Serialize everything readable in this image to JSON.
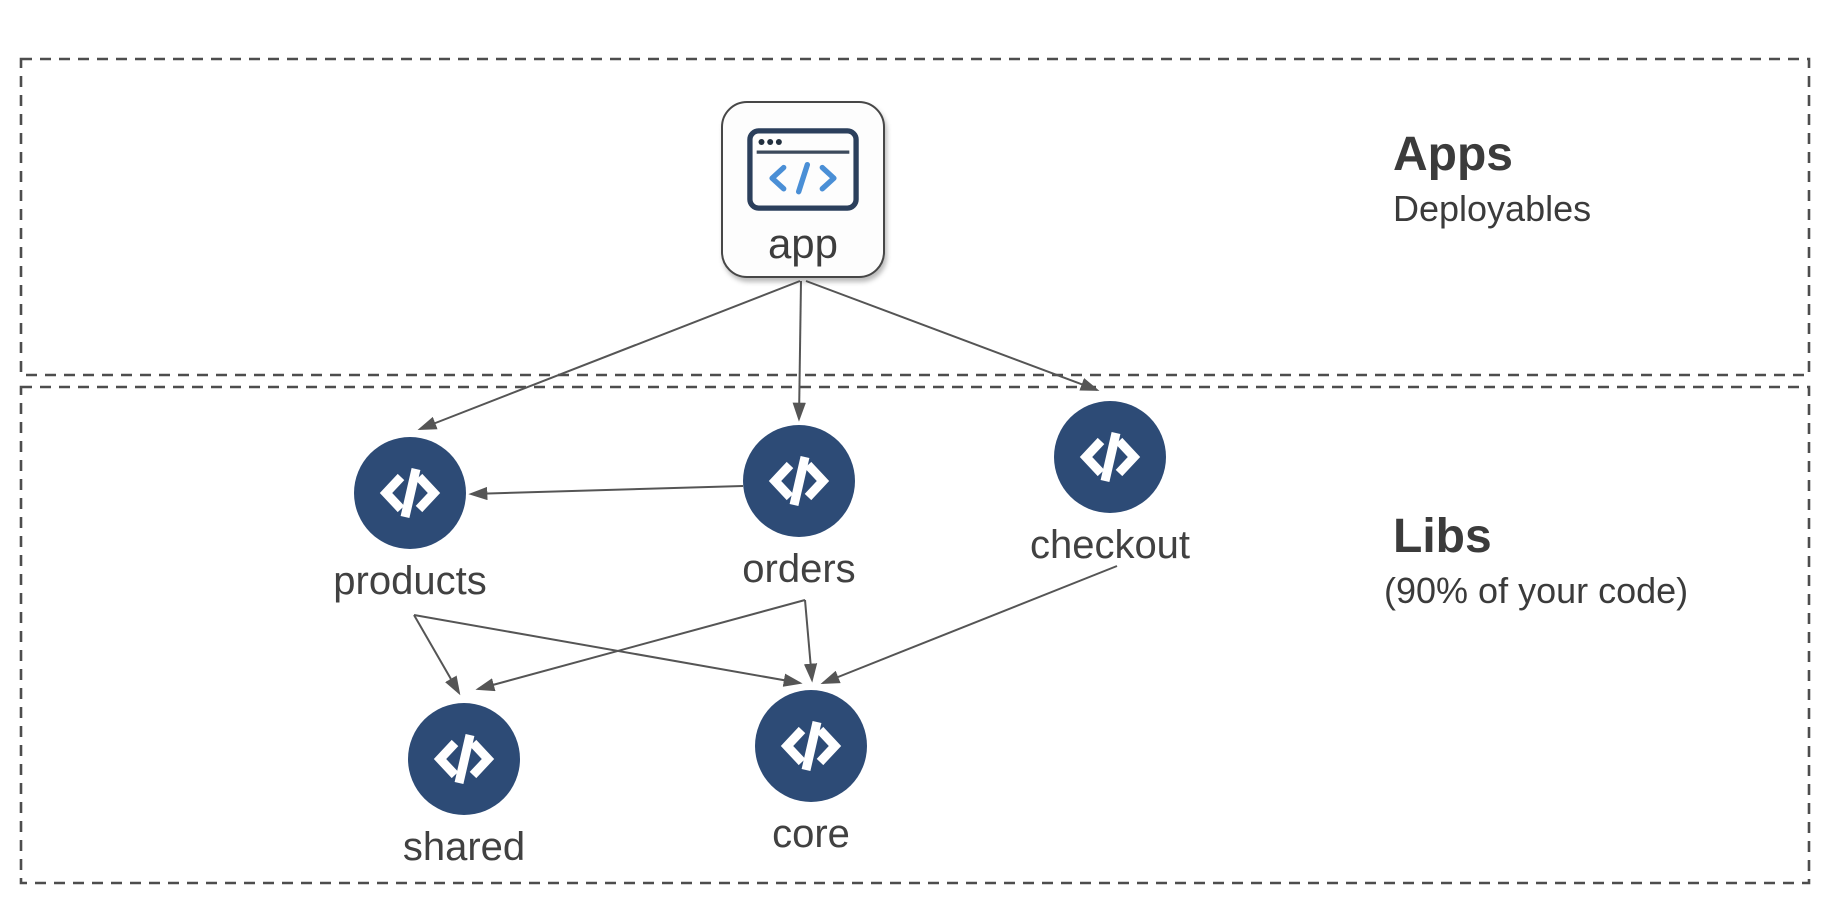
{
  "diagram": {
    "zones": [
      {
        "id": "apps",
        "title": "Apps",
        "subtitle": "Deployables"
      },
      {
        "id": "libs",
        "title": "Libs",
        "subtitle": "(90% of your code)"
      }
    ],
    "nodes": {
      "app": {
        "label": "app",
        "zone": "apps",
        "shape": "card",
        "icon": "browser-window-code-icon"
      },
      "products": {
        "label": "products",
        "zone": "libs",
        "shape": "circle",
        "icon": "code-icon"
      },
      "orders": {
        "label": "orders",
        "zone": "libs",
        "shape": "circle",
        "icon": "code-icon"
      },
      "checkout": {
        "label": "checkout",
        "zone": "libs",
        "shape": "circle",
        "icon": "code-icon"
      },
      "shared": {
        "label": "shared",
        "zone": "libs",
        "shape": "circle",
        "icon": "code-icon"
      },
      "core": {
        "label": "core",
        "zone": "libs",
        "shape": "circle",
        "icon": "code-icon"
      }
    },
    "edges": [
      {
        "from": "app",
        "to": "products"
      },
      {
        "from": "app",
        "to": "orders"
      },
      {
        "from": "app",
        "to": "checkout"
      },
      {
        "from": "orders",
        "to": "products"
      },
      {
        "from": "products",
        "to": "shared"
      },
      {
        "from": "products",
        "to": "core"
      },
      {
        "from": "orders",
        "to": "shared"
      },
      {
        "from": "orders",
        "to": "core"
      },
      {
        "from": "checkout",
        "to": "core"
      }
    ],
    "colors": {
      "node_fill": "#2d4b76",
      "node_glyph": "#ffffff",
      "arrow": "#555555",
      "zone_border": "#4d4d4d",
      "card_border": "#474747",
      "card_fill": "#fdfdfd",
      "browser_icon_stroke": "#2b3f5c",
      "browser_icon_code": "#4a8fd6",
      "text": "#3e3e3e"
    }
  }
}
